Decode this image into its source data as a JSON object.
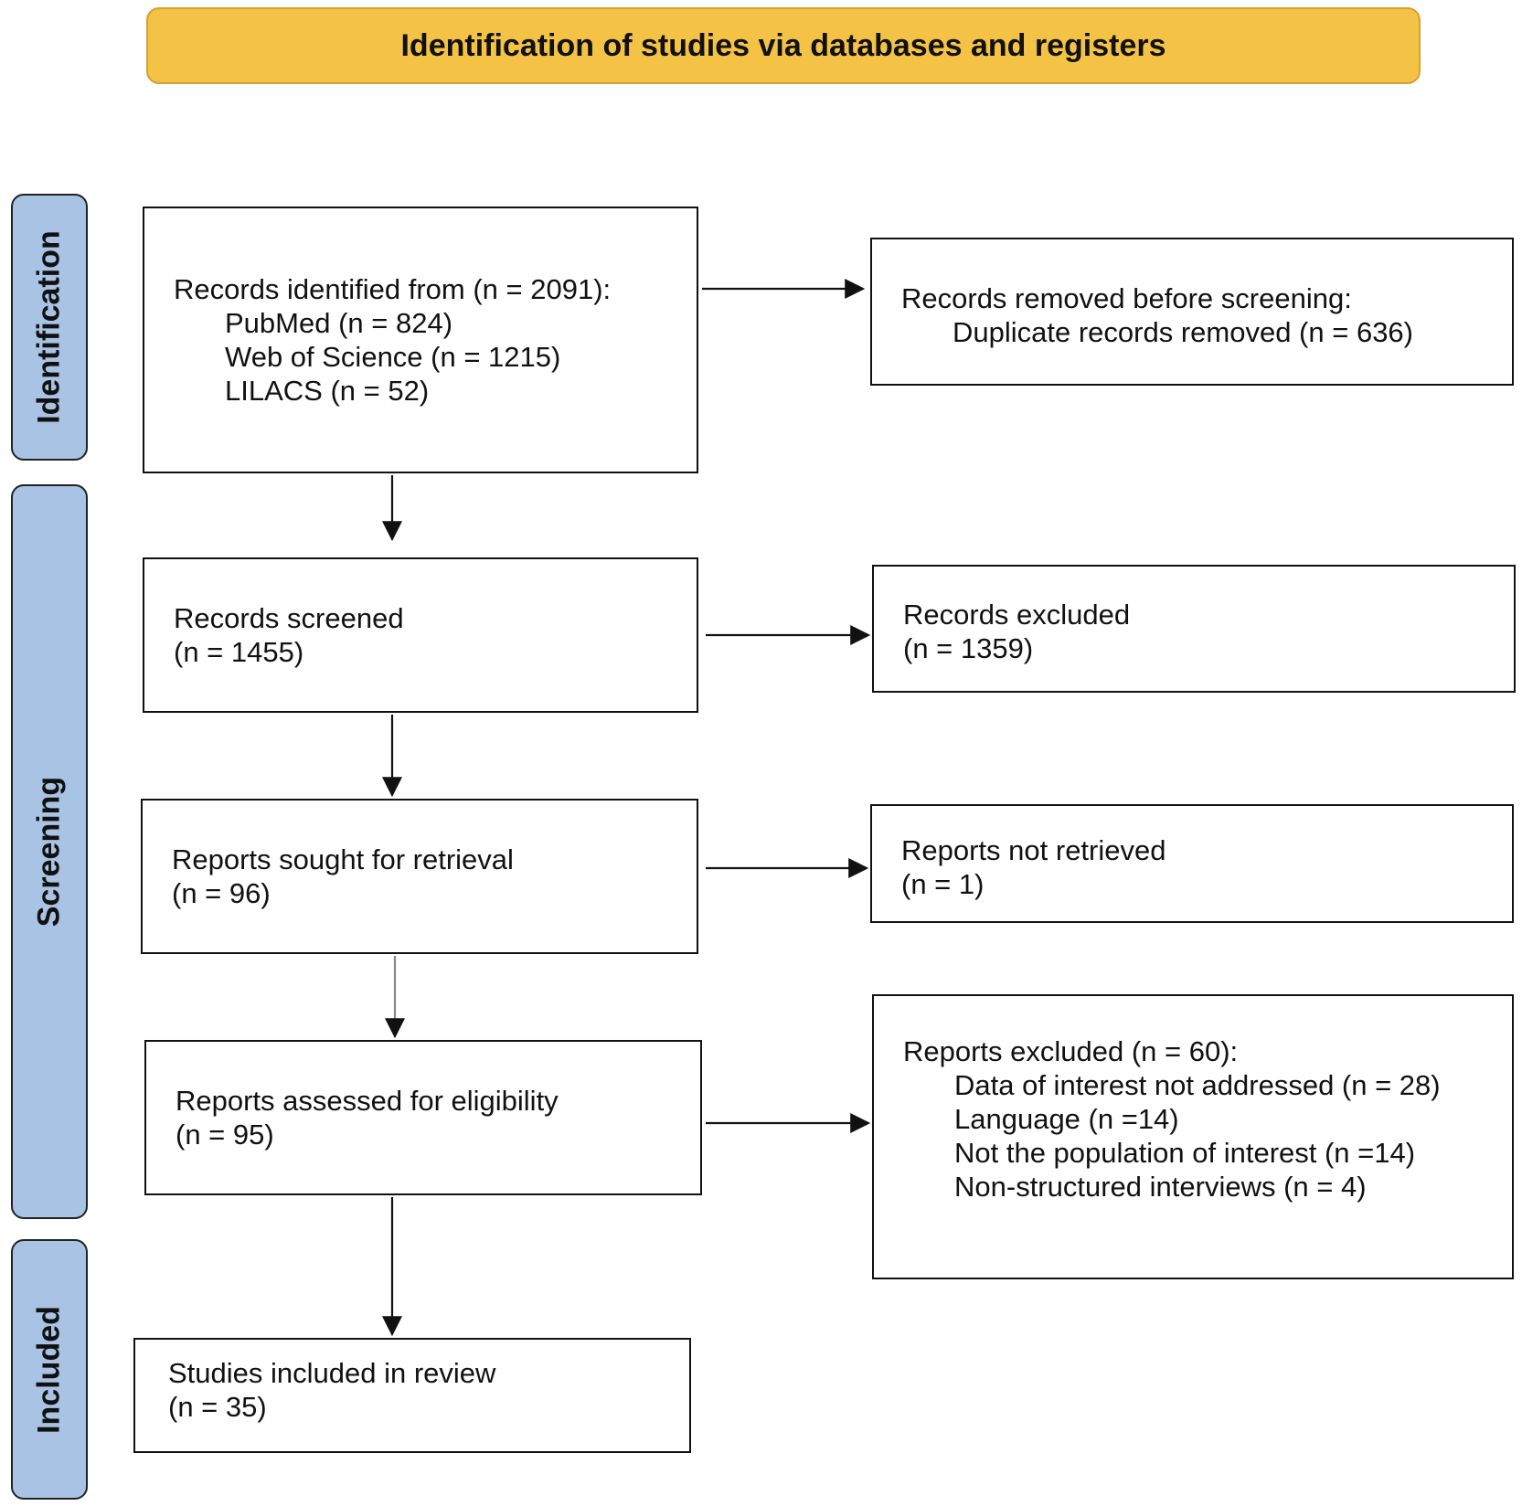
{
  "header": {
    "title": "Identification of studies via databases and registers"
  },
  "phases": {
    "identification": "Identification",
    "screening": "Screening",
    "included": "Included"
  },
  "boxes": {
    "identified": {
      "title": "Records identified from (n = 2091):",
      "sources": [
        "PubMed (n = 824)",
        "Web of Science (n = 1215)",
        "LILACS (n = 52)"
      ]
    },
    "removed": {
      "title": "Records removed before screening:",
      "items": [
        "Duplicate records removed (n = 636)"
      ]
    },
    "screened": {
      "title": "Records screened",
      "count": "(n = 1455)"
    },
    "excluded_records": {
      "title": "Records excluded",
      "count": "(n = 1359)"
    },
    "sought": {
      "title": "Reports sought for retrieval",
      "count": "(n = 96)"
    },
    "not_retrieved": {
      "title": "Reports not retrieved",
      "count": "(n = 1)"
    },
    "assessed": {
      "title": "Reports assessed for eligibility",
      "count": "(n = 95)"
    },
    "excluded_reports": {
      "title": "Reports excluded (n = 60):",
      "reasons": [
        "Data of interest not addressed (n = 28)",
        "Language (n =14)",
        "Not the population of interest (n =14)",
        "Non-structured interviews (n = 4)"
      ]
    },
    "included": {
      "title": "Studies included in review",
      "count": "(n = 35)"
    }
  }
}
